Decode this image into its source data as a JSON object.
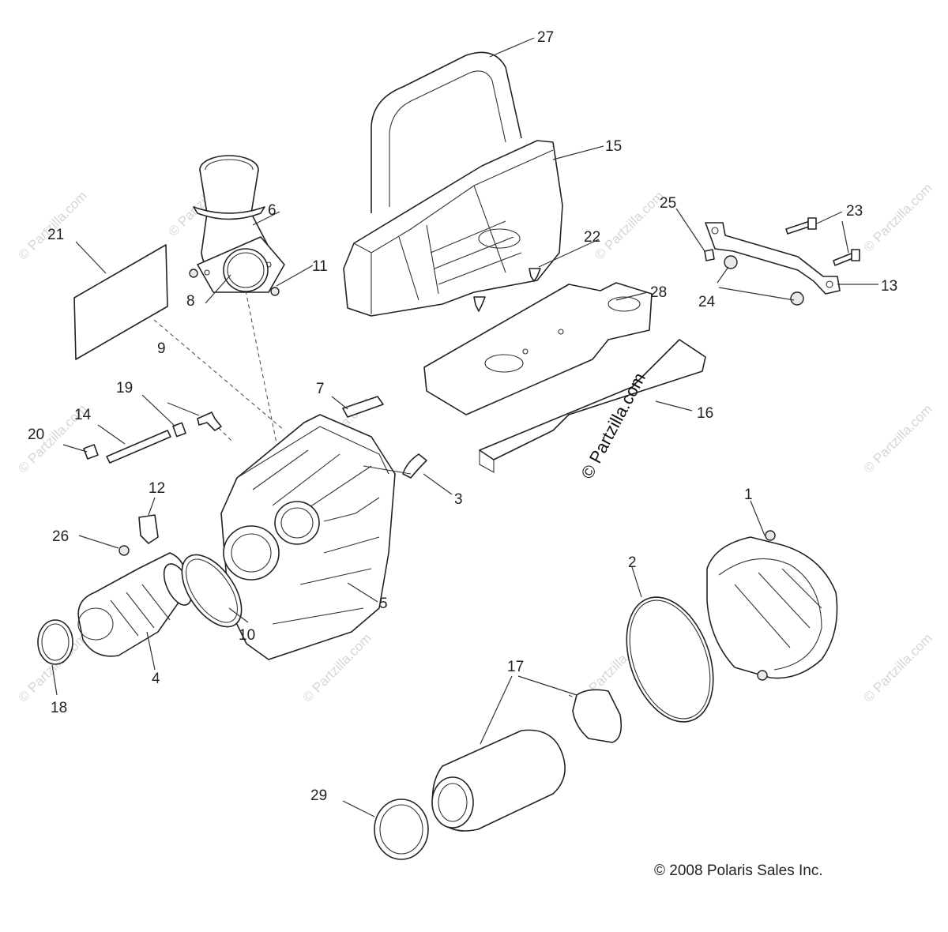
{
  "callouts": {
    "c1": "1",
    "c2": "2",
    "c3": "3",
    "c4": "4",
    "c5": "5",
    "c6": "6",
    "c7": "7",
    "c8": "8",
    "c9": "9",
    "c10": "10",
    "c11": "11",
    "c12": "12",
    "c13": "13",
    "c14": "14",
    "c15": "15",
    "c16": "16",
    "c17": "17",
    "c18": "18",
    "c19": "19",
    "c20": "20",
    "c21": "21",
    "c22": "22",
    "c23": "23",
    "c24a": "24",
    "c25": "25",
    "c26": "26",
    "c27": "27",
    "c28": "28",
    "c29": "29"
  },
  "watermark": "© Partzilla.com",
  "vertical_watermark": "© Partzilla.com",
  "copyright": "© 2008 Polaris Sales Inc."
}
